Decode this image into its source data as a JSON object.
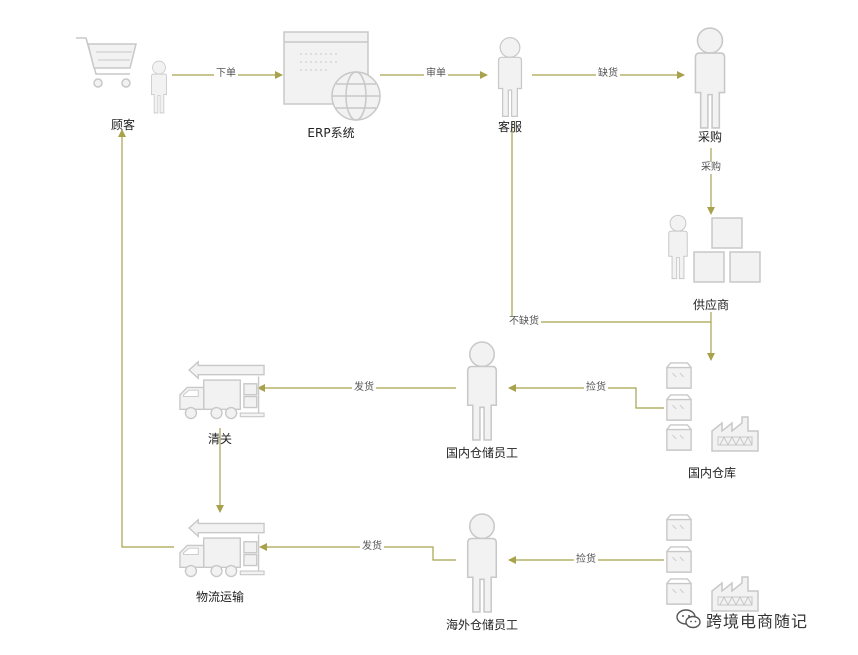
{
  "colors": {
    "line": "#a8a24c",
    "icon_fill": "#f2f2f2",
    "icon_stroke": "#c8c8c8",
    "text": "#222222"
  },
  "nodes": {
    "customer": "顾客",
    "erp": "ERP系统",
    "service": "客服",
    "purchasing": "采购",
    "supplier": "供应商",
    "domestic_warehouse": "国内仓库",
    "domestic_staff": "国内仓储员工",
    "customs": "清关",
    "logistics": "物流运输",
    "overseas_staff": "海外仓储员工"
  },
  "edges": {
    "place_order": "下单",
    "review_order": "审单",
    "out_of_stock": "缺货",
    "purchase": "采购",
    "in_stock": "不缺货",
    "pick_domestic": "捡货",
    "ship_domestic": "发货",
    "pick_overseas": "捡货",
    "ship_overseas": "发货"
  },
  "watermark": {
    "text": "跨境电商随记"
  }
}
